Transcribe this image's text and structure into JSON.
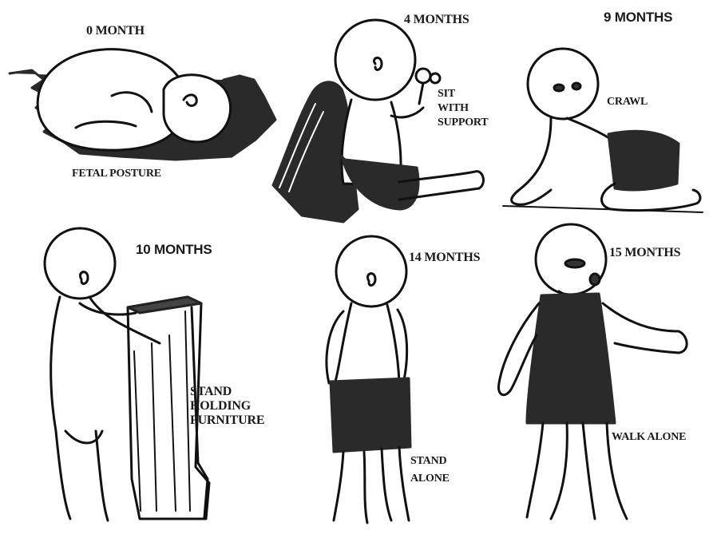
{
  "stages": [
    {
      "age": "0 MONTH",
      "caption": "FETAL POSTURE"
    },
    {
      "age": "4 MONTHS",
      "caption_lines": [
        "SIT",
        "WITH",
        "SUPPORT"
      ]
    },
    {
      "age": "9 MONTHS",
      "caption": "CRAWL"
    },
    {
      "age": "10 MONTHS",
      "caption_lines": [
        "STAND",
        "HOLDING",
        "FURNITURE"
      ]
    },
    {
      "age": "14 MONTHS",
      "caption_lines": [
        "STAND",
        "ALONE"
      ]
    },
    {
      "age": "15 MONTHS",
      "caption": "WALK ALONE"
    }
  ]
}
